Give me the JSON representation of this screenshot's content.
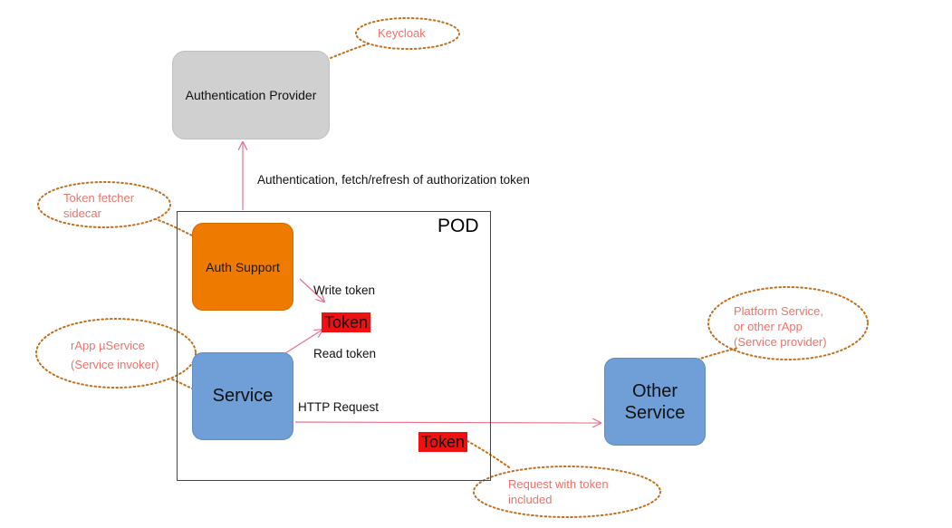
{
  "nodes": {
    "auth_provider": "Authentication Provider",
    "pod": "POD",
    "auth_support": "Auth Support",
    "service": "Service",
    "other_service_line1": "Other",
    "other_service_line2": "Service",
    "token": "Token"
  },
  "edges": {
    "auth_flow": "Authentication, fetch/refresh of authorization token",
    "write_token": "Write token",
    "read_token": "Read token",
    "http_request": "HTTP Request"
  },
  "callouts": {
    "keycloak": "Keycloak",
    "fetcher_line1": "Token fetcher",
    "fetcher_line2": "sidecar",
    "rapp_line1": "rApp µService",
    "rapp_line2": "(Service invoker)",
    "platform_line1": "Platform Service,",
    "platform_line2": "or other rApp",
    "platform_line3": "(Service provider)",
    "request_line1": "Request with token",
    "request_line2": "included"
  },
  "colors": {
    "auth_provider_fill": "#d0d0d0",
    "auth_support_fill": "#ee7a00",
    "service_fill": "#6f9fd6",
    "token_fill": "#ee1111",
    "arrow": "#e8708a",
    "callout_border": "#c07020",
    "callout_text": "#e8756d"
  }
}
